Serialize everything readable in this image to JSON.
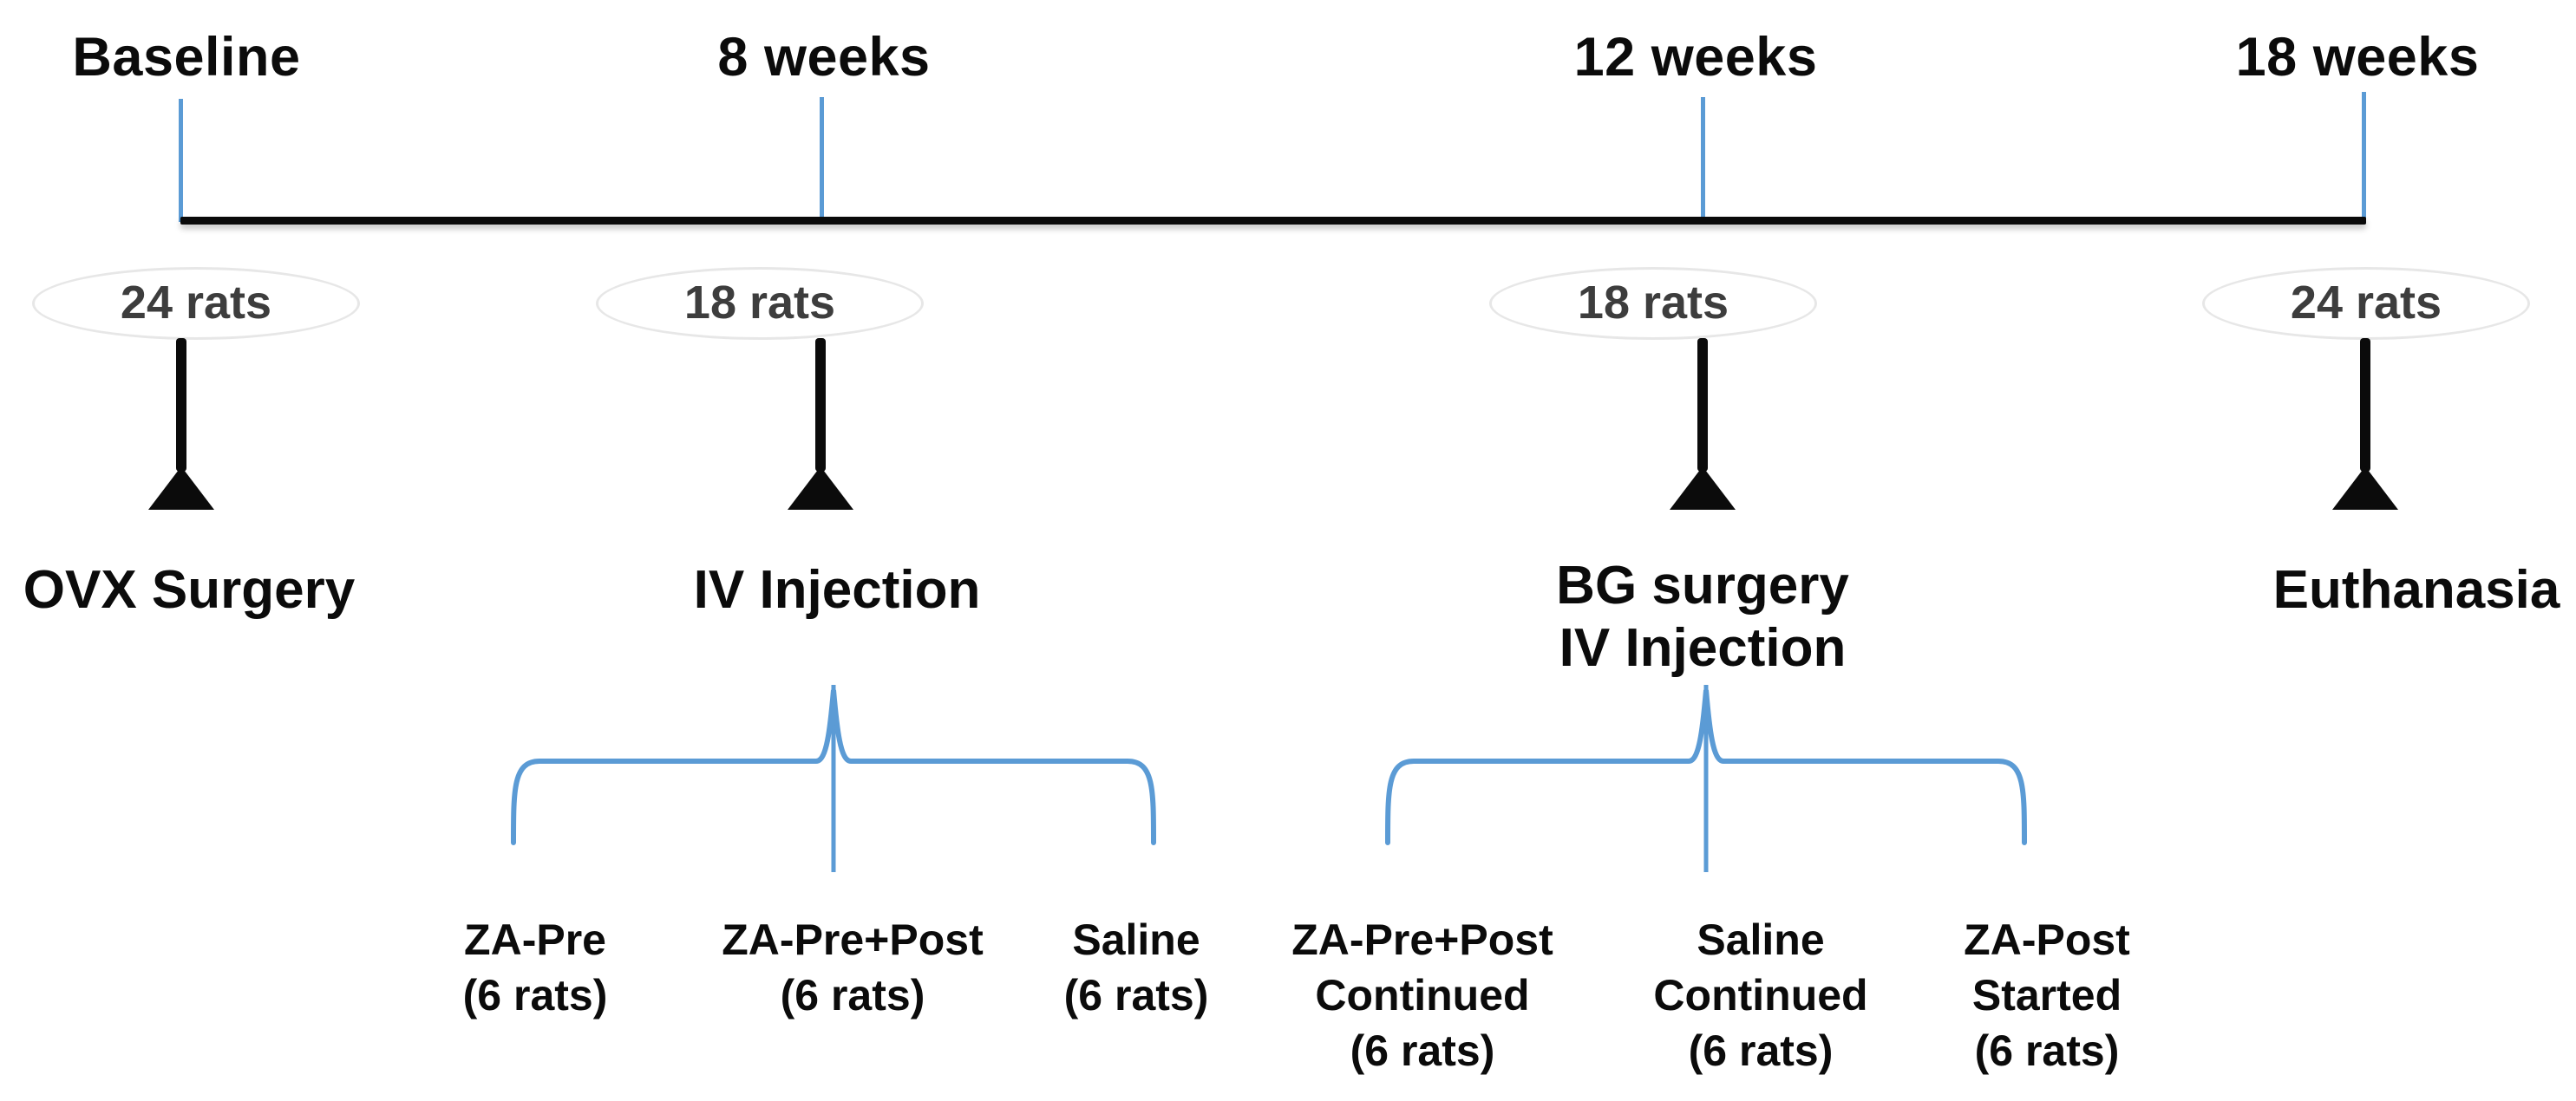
{
  "figure": {
    "type": "study-timeline-diagram",
    "colors": {
      "accent_blue": "#5B9BD5",
      "line_black": "#0a0a0a",
      "rats_text_gray": "#3d3d3d",
      "ellipse_outline_gray": "#e7e7e7"
    },
    "stations": [
      {
        "week": "Baseline",
        "rats": "24 rats",
        "event_lines": [
          "OVX Surgery"
        ]
      },
      {
        "week": "8 weeks",
        "rats": "18 rats",
        "event_lines": [
          "IV Injection"
        ]
      },
      {
        "week": "12 weeks",
        "rats": "18 rats",
        "event_lines": [
          "BG surgery",
          "IV Injection"
        ]
      },
      {
        "week": "18 weeks",
        "rats": "24 rats",
        "event_lines": [
          "Euthanasia"
        ]
      }
    ],
    "groups": {
      "brace1": [
        {
          "line1": "ZA-Pre",
          "line2": "(6 rats)",
          "line3": ""
        },
        {
          "line1": "ZA-Pre+Post",
          "line2": "(6 rats)",
          "line3": ""
        },
        {
          "line1": "Saline",
          "line2": "(6 rats)",
          "line3": ""
        }
      ],
      "brace2": [
        {
          "line1": "ZA-Pre+Post",
          "line2": "Continued",
          "line3": "(6 rats)"
        },
        {
          "line1": "Saline",
          "line2": "Continued",
          "line3": "(6 rats)"
        },
        {
          "line1": "ZA-Post",
          "line2": "Started",
          "line3": "(6 rats)"
        }
      ]
    }
  }
}
